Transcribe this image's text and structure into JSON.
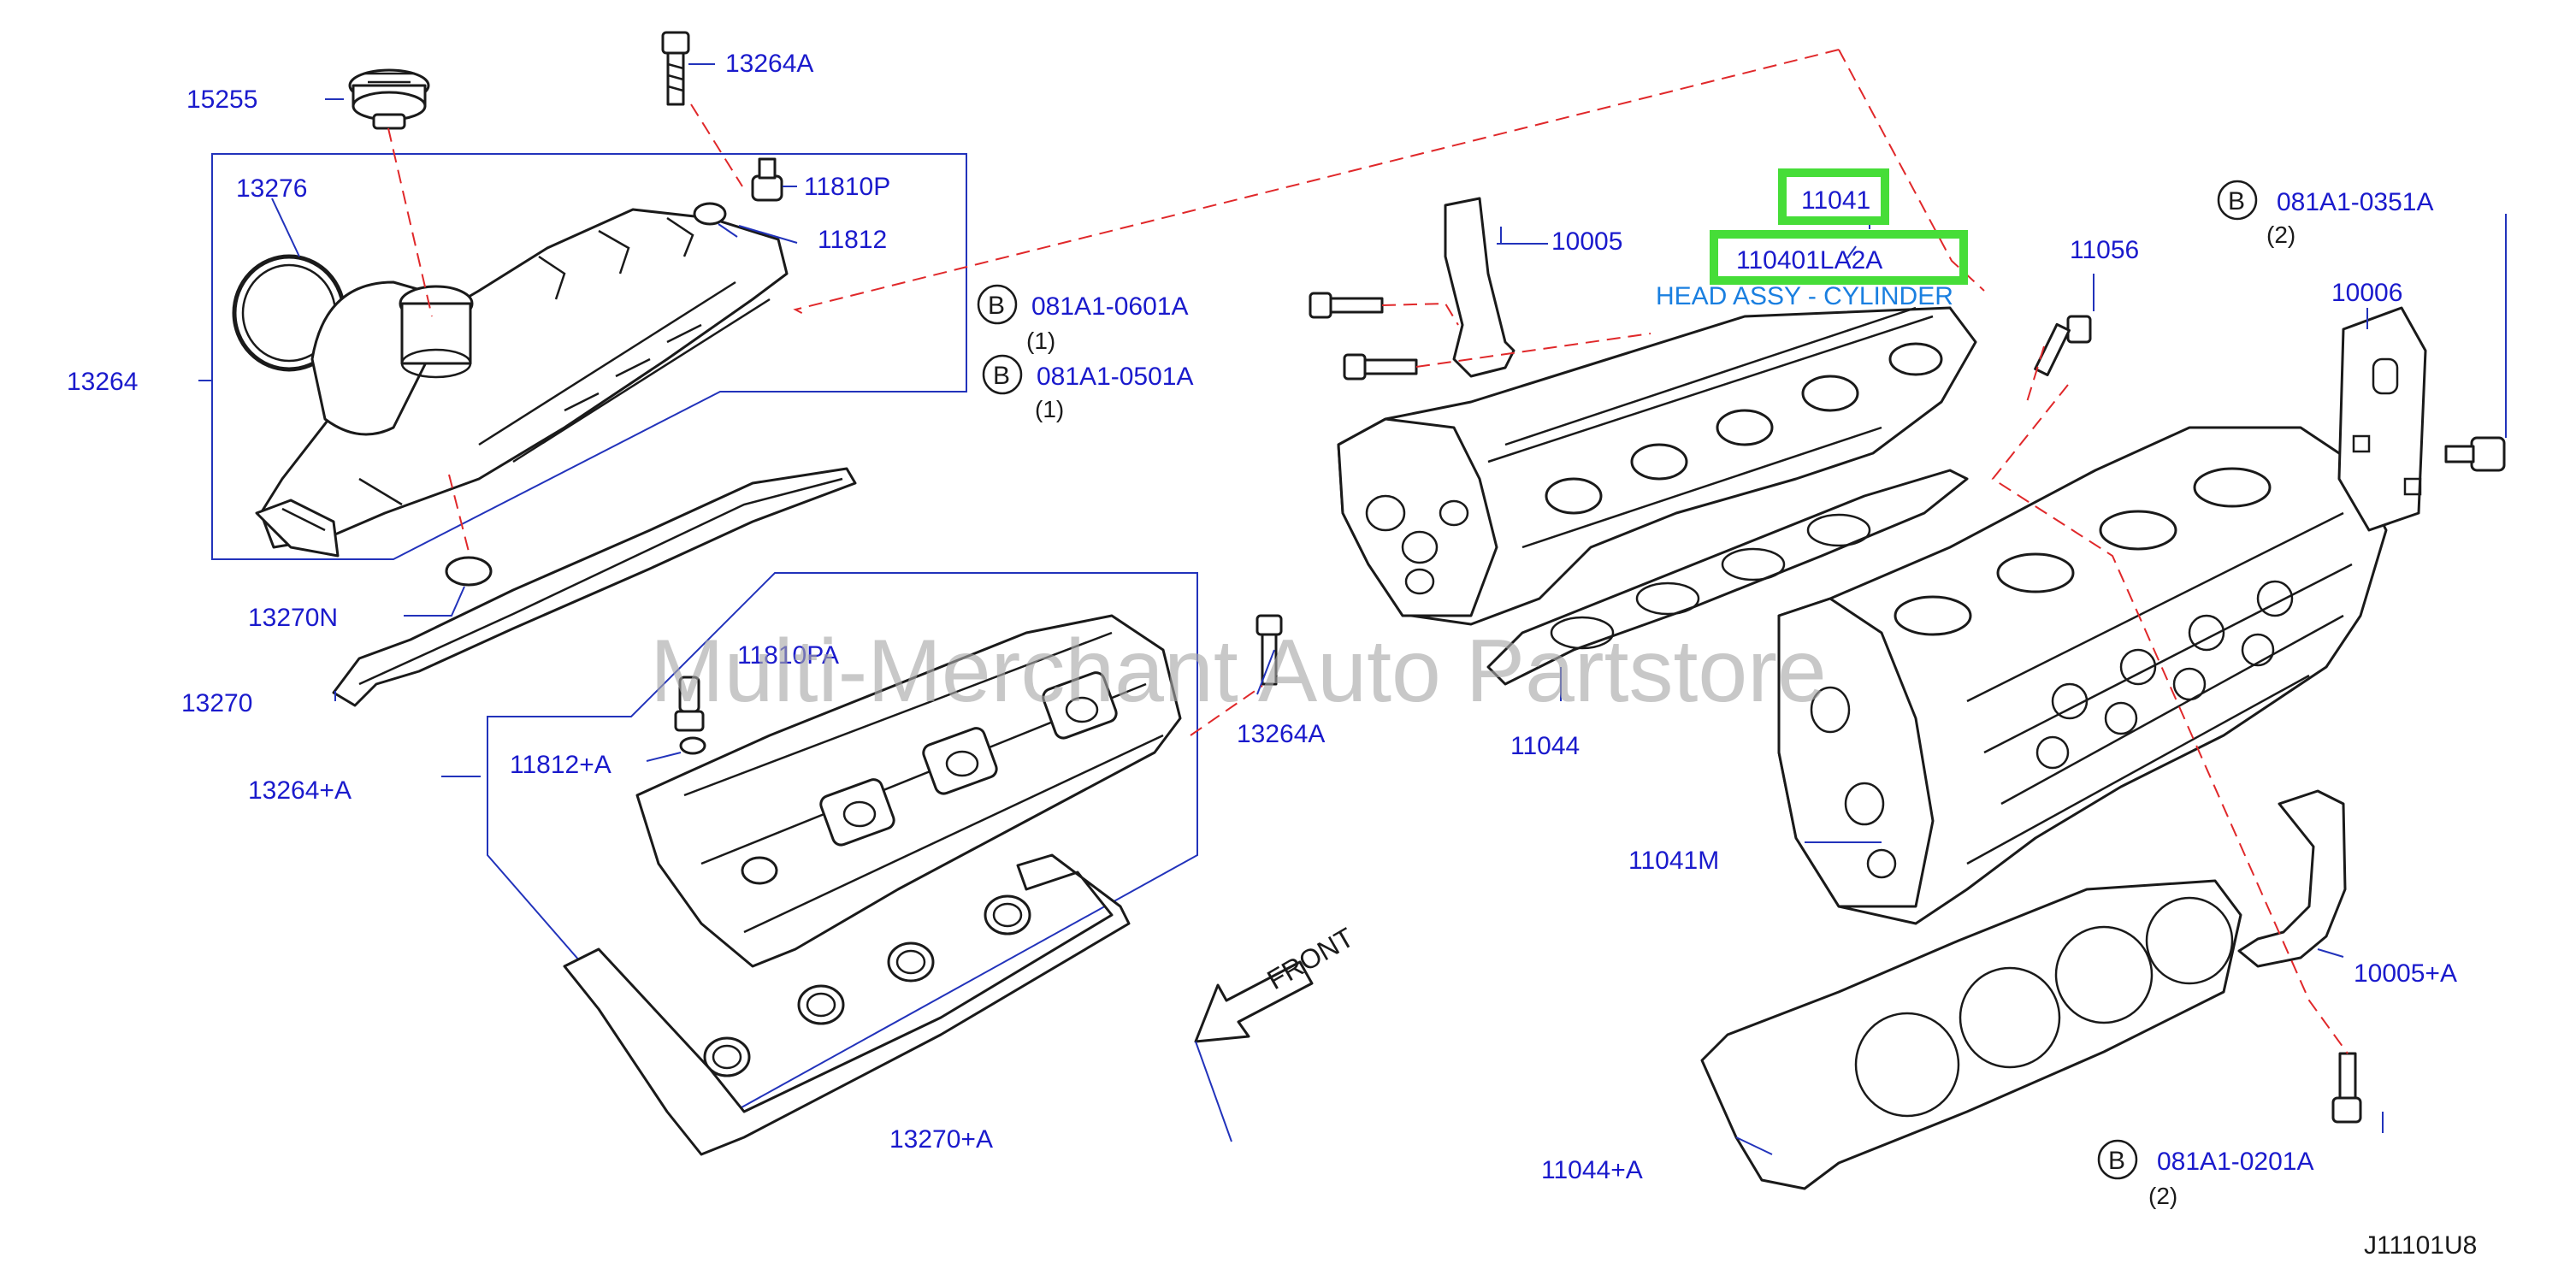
{
  "diagram": {
    "watermark": "Multi-Merchant Auto Partstore",
    "code": "J11101U8",
    "direction_label": "FRONT",
    "highlight_color": "#46dd38",
    "label_color": "#1a1acc",
    "leader_color": "#e0282a"
  },
  "parts": {
    "p15255": "15255",
    "p13264A_top": "13264A",
    "p11810P": "11810P",
    "p13276": "13276",
    "p11812": "11812",
    "p13264": "13264",
    "p13270N": "13270N",
    "p13270": "13270",
    "p11810PA": "11810PA",
    "p13264A_mid": "13264A",
    "p11812A": "11812+A",
    "p13264pA": "13264+A",
    "p13270pA": "13270+A",
    "p10005": "10005",
    "p11041": "11041",
    "p11040": "110401LA2A",
    "p11040_desc": "HEAD ASSY - CYLINDER",
    "p11056": "11056",
    "p10006": "10006",
    "p11044": "11044",
    "p11041M": "11041M",
    "p10005A": "10005+A",
    "p11044A": "11044+A"
  },
  "bolts": {
    "b0601": {
      "marker": "B",
      "code": "081A1-0601A",
      "qty": "(1)"
    },
    "b0501": {
      "marker": "B",
      "code": "081A1-0501A",
      "qty": "(1)"
    },
    "b0351": {
      "marker": "B",
      "code": "081A1-0351A",
      "qty": "(2)"
    },
    "b0201": {
      "marker": "B",
      "code": "081A1-0201A",
      "qty": "(2)"
    }
  }
}
